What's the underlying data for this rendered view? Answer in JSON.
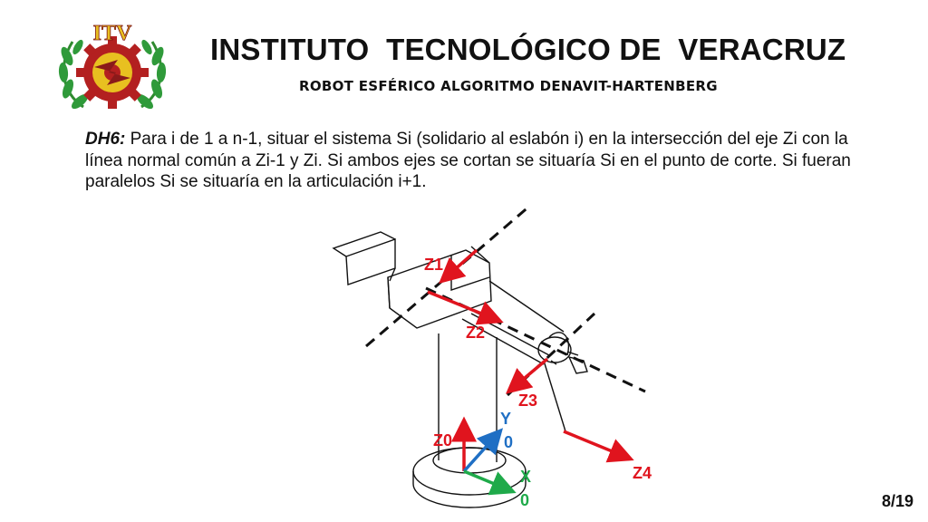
{
  "header": {
    "title": "INSTITUTO  TECNOLÓGICO DE  VERACRUZ",
    "subtitle": "ROBOT ESFÉRICO ALGORITMO DENAVIT-HARTENBERG"
  },
  "logo": {
    "letters": "ITV"
  },
  "content": {
    "rule_label": "DH6:",
    "rule_text": " Para i de 1 a n-1, situar el sistema Si (solidario al eslabón i) en la intersección del eje Zi con la línea normal común a Zi-1 y Zi. Si ambos ejes se cortan se situaría Si en el punto de corte. Si fueran paralelos Si se situaría en la articulación i+1."
  },
  "diagram": {
    "labels": {
      "z1": "Z1",
      "z2": "Z2",
      "z3": "Z3",
      "z4": "Z4",
      "z0": "Z0",
      "y0_top": "Y",
      "y0_bottom": "0",
      "x0_top": "X",
      "x0_bottom": "0"
    },
    "colors": {
      "z_axis": "#e0141e",
      "y_axis": "#1f6fc4",
      "x_axis": "#1faa4a",
      "line": "#111111"
    }
  },
  "footer": {
    "page": "8/19"
  }
}
